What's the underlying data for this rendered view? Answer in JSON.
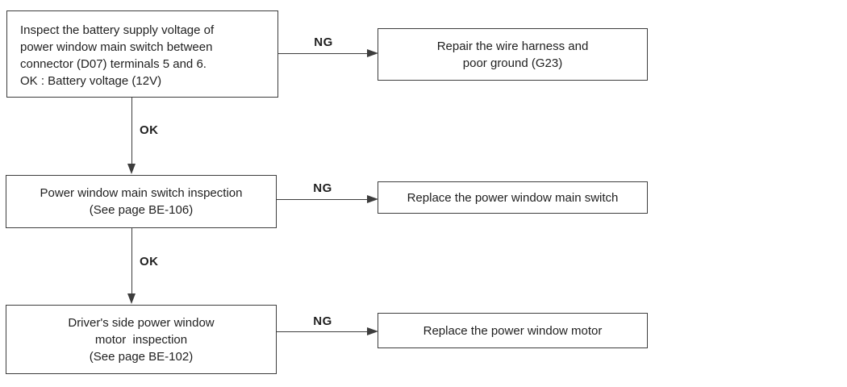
{
  "diagram": {
    "type": "flowchart",
    "colors": {
      "background": "#ffffff",
      "line": "#3d3d3d",
      "text": "#1f1f1f"
    },
    "labels": {
      "ng": "NG",
      "ok": "OK"
    },
    "nodes": [
      {
        "id": "inspect-battery-supply",
        "text": "Inspect the battery supply voltage of\npower window main switch between\nconnector (D07) terminals 5 and 6.\nOK : Battery voltage (12V)"
      },
      {
        "id": "repair-wire-harness",
        "text": "Repair the wire harness and\npoor ground (G23)"
      },
      {
        "id": "main-switch-inspection",
        "text": "Power window main switch inspection\n(See page BE-106)"
      },
      {
        "id": "replace-main-switch",
        "text": "Replace the power window main switch"
      },
      {
        "id": "motor-inspection",
        "text": "Driver's side power window\nmotor  inspection\n(See page BE-102)"
      },
      {
        "id": "replace-motor",
        "text": "Replace the power window motor"
      }
    ],
    "edges": [
      {
        "from": "inspect-battery-supply",
        "to": "repair-wire-harness",
        "label": "NG"
      },
      {
        "from": "inspect-battery-supply",
        "to": "main-switch-inspection",
        "label": "OK"
      },
      {
        "from": "main-switch-inspection",
        "to": "replace-main-switch",
        "label": "NG"
      },
      {
        "from": "main-switch-inspection",
        "to": "motor-inspection",
        "label": "OK"
      },
      {
        "from": "motor-inspection",
        "to": "replace-motor",
        "label": "NG"
      }
    ]
  }
}
